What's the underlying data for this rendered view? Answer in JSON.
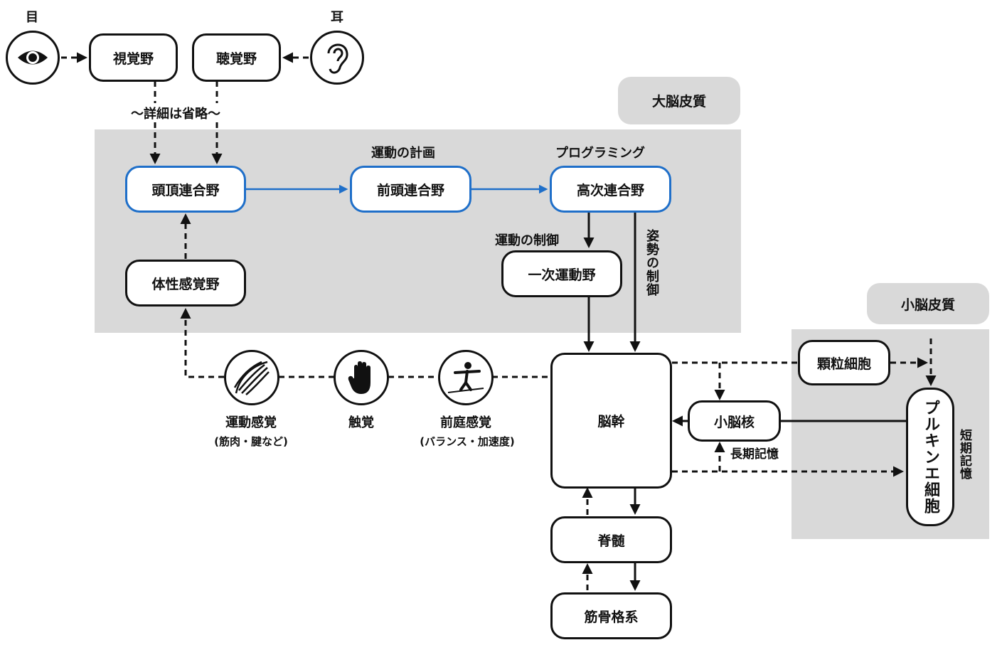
{
  "regions": {
    "cerebral_cortex": "大脳皮質",
    "cerebellar_cortex": "小脳皮質"
  },
  "senses": {
    "eye": "目",
    "ear": "耳"
  },
  "nodes": {
    "visual_cortex": "視覚野",
    "auditory_cortex": "聴覚野",
    "parietal_association": "頭頂連合野",
    "frontal_association": "前頭連合野",
    "higher_association": "高次連合野",
    "somatosensory_cortex": "体性感覚野",
    "primary_motor": "一次運動野",
    "brainstem": "脳幹",
    "cerebellar_nucleus": "小脳核",
    "granule_cell": "顆粒細胞",
    "purkinje_cell": "プルキンエ細胞",
    "spinal_cord": "脊髄",
    "musculoskeletal": "筋骨格系"
  },
  "labels": {
    "details_omitted": "〜詳細は省略〜",
    "motor_planning": "運動の計画",
    "programming": "プログラミング",
    "motor_control": "運動の制御",
    "posture_control": "姿勢の制御",
    "long_term_memory": "長期記憶",
    "short_term_memory": "短期記憶"
  },
  "sensory_inputs": [
    {
      "name": "運動感覚",
      "sub": "(筋肉・腱など)",
      "icon": "muscle-icon"
    },
    {
      "name": "触覚",
      "sub": "",
      "icon": "hand-icon"
    },
    {
      "name": "前庭感覚",
      "sub": "(バランス・加速度)",
      "icon": "balance-icon"
    }
  ],
  "colors": {
    "region_bg": "#d9d9d9",
    "blue_path": "#1f6fc9",
    "stroke": "#111111"
  }
}
